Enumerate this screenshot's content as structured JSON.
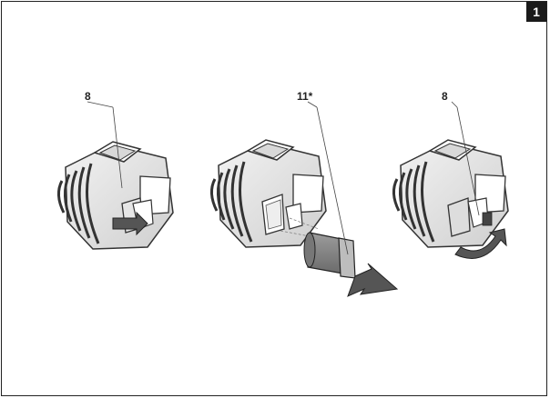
{
  "page_number": "1",
  "callouts": {
    "step1": "8",
    "step2": "11*",
    "step3": "8"
  }
}
